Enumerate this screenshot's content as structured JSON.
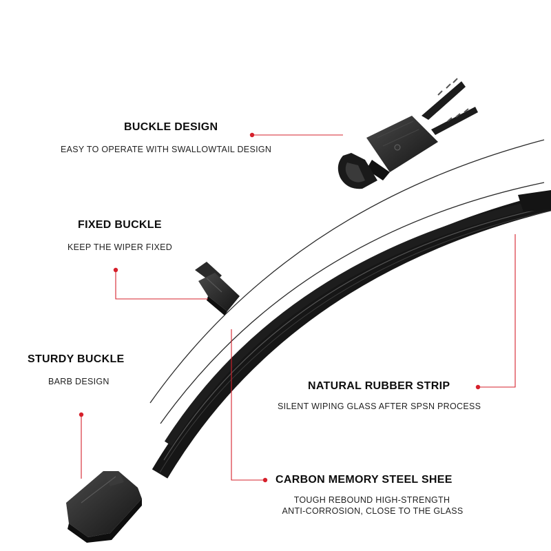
{
  "accent_color": "#d6202b",
  "callouts": {
    "buckle": {
      "title": "BUCKLE DESIGN",
      "subtitle": "EASY TO OPERATE WITH SWALLOWTAIL DESIGN"
    },
    "fixed": {
      "title": "FIXED BUCKLE",
      "subtitle": "KEEP THE WIPER FIXED"
    },
    "sturdy": {
      "title": "STURDY BUCKLE",
      "subtitle": "BARB DESIGN"
    },
    "rubber": {
      "title": "NATURAL RUBBER STRIP",
      "subtitle": "SILENT WIPING GLASS AFTER SPSN PROCESS"
    },
    "steel": {
      "title": "CARBON MEMORY STEEL SHEE",
      "subtitle_line1": "TOUGH REBOUND HIGH-STRENGTH",
      "subtitle_line2": "ANTI-CORROSION, CLOSE TO THE GLASS"
    }
  }
}
